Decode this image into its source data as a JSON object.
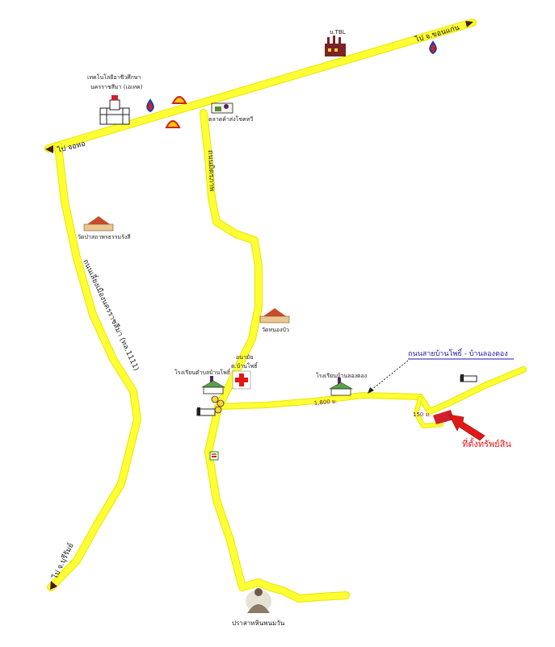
{
  "colors": {
    "road": "#ffff33",
    "road_edge": "#e6e600",
    "target": "#e01818",
    "connector_label": "#1a1aa8"
  },
  "directions": {
    "khon_kaen": "ไป จ.ขอนแก่น",
    "chok_chai": "ไป จอหอ",
    "buriram": "ไป จ.บุรีรัมย์"
  },
  "roads": {
    "main_left": "ถนนเลี่ยงเมืองนครราชสีมา (ทล.1111)",
    "vertical": "ถนนมิตรภาพ",
    "connector": "ถนนสายบ้านโพธิ์ - บ้านลองตอง"
  },
  "places": {
    "tbl": "บ.TBL",
    "technology_1": "เทคโนโลยีอาชีวศึกษา",
    "technology_2": "นครราชสีมา (เอเทค)",
    "market": "ตลาดค้าส่งโชคทวี",
    "wat_pa": "วัดป่าสถาพรธรรมรังสี",
    "wat_nong_bua": "วัดหนองบัว",
    "school_ban_pho": "โรงเรียนตำบลบ้านโพธิ์",
    "health_1": "อนามัย",
    "health_2": "ต.บ้านโพธิ์",
    "school_long_tong": "โรงเรียนบ้านลองตอง",
    "prasat": "ปราสาทหินพนมวัน"
  },
  "distances": {
    "connector": "1,800 ม.",
    "spur": "150 ม."
  },
  "target": {
    "label": "ที่ตั้งทรัพย์สิน"
  },
  "icons": [
    "factory-icon",
    "gas-station-icon",
    "shell-icon",
    "school-building-icon",
    "market-icon",
    "temple-icon",
    "hospital-cross-icon",
    "seven-eleven-icon",
    "buddha-icon",
    "arrow-icon"
  ]
}
